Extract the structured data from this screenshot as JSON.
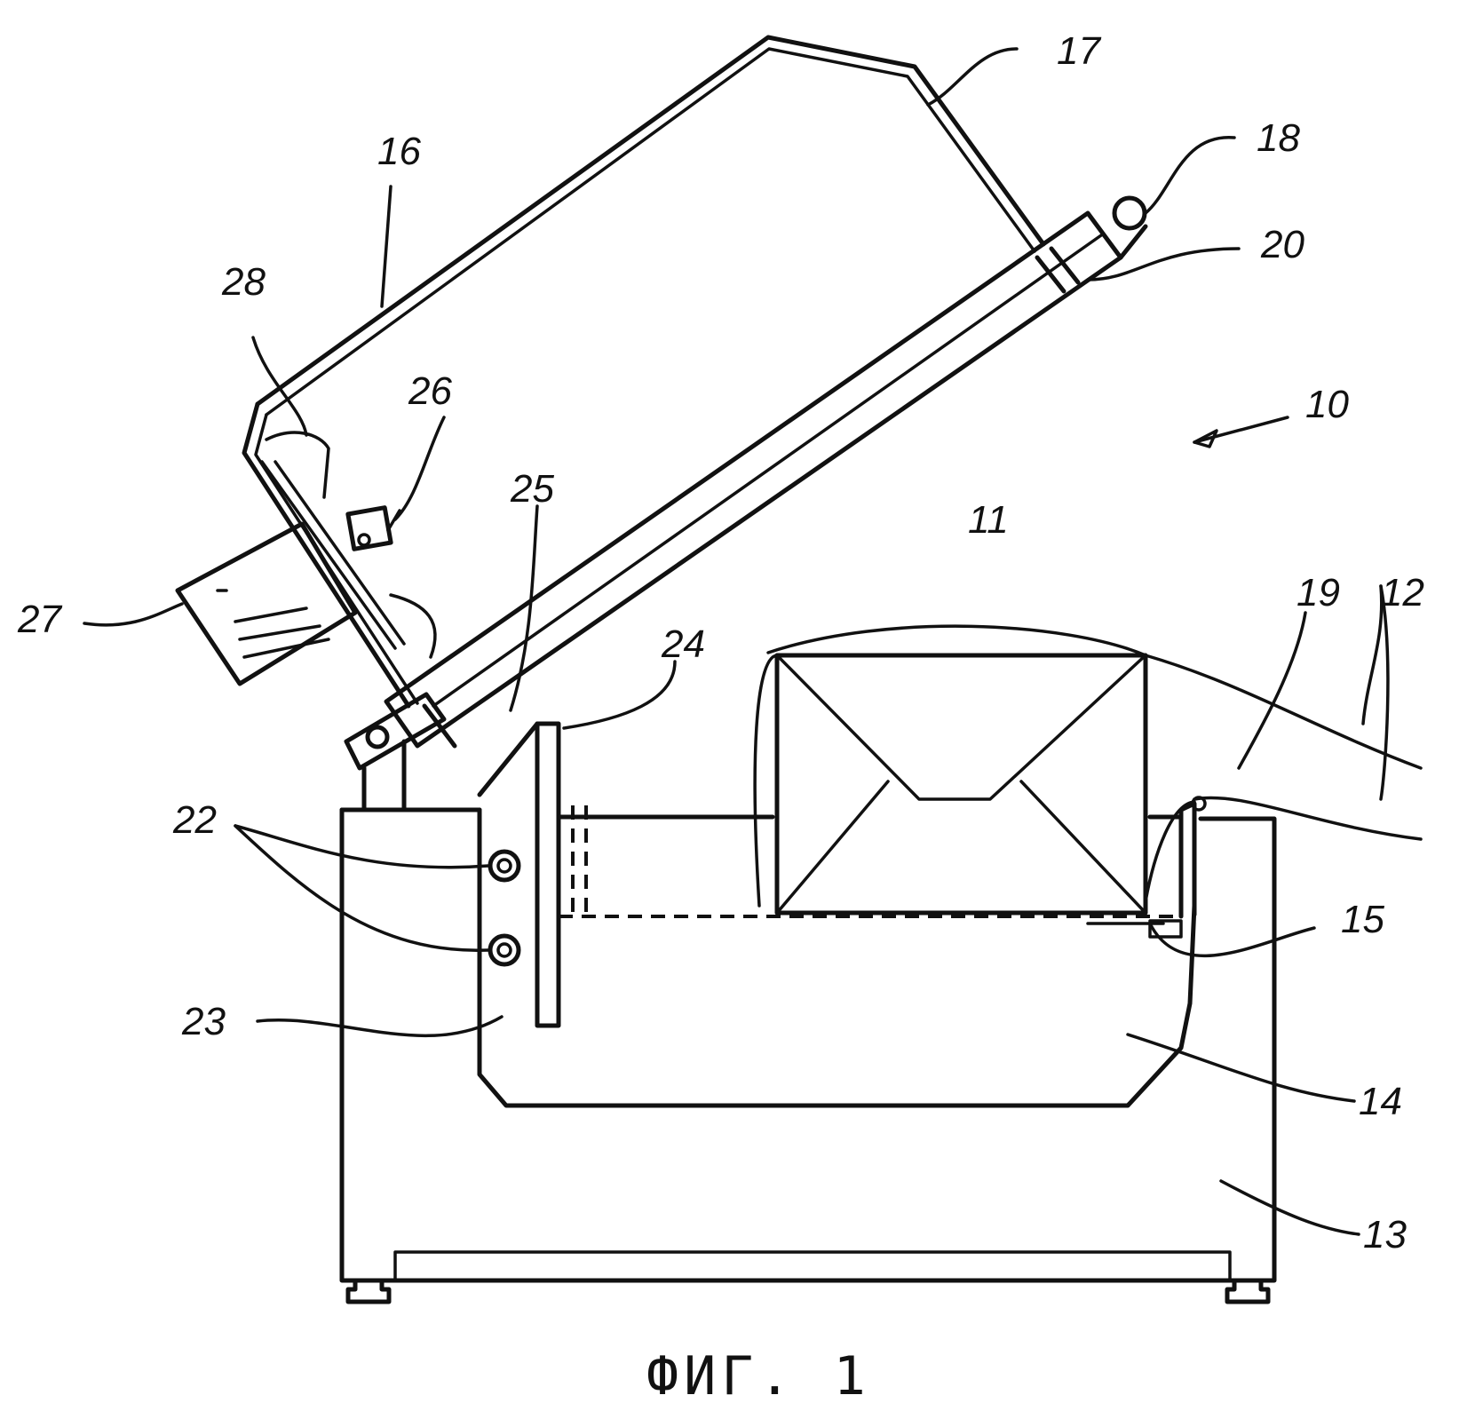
{
  "figure": {
    "caption": "ФИГ. 1",
    "reference_numerals": {
      "r10": "10",
      "r11": "11",
      "r12": "12",
      "r13": "13",
      "r14": "14",
      "r15": "15",
      "r16": "16",
      "r17": "17",
      "r18": "18",
      "r19": "19",
      "r20": "20",
      "r22": "22",
      "r23": "23",
      "r24": "24",
      "r25": "25",
      "r26": "26",
      "r27": "27",
      "r28": "28"
    }
  }
}
